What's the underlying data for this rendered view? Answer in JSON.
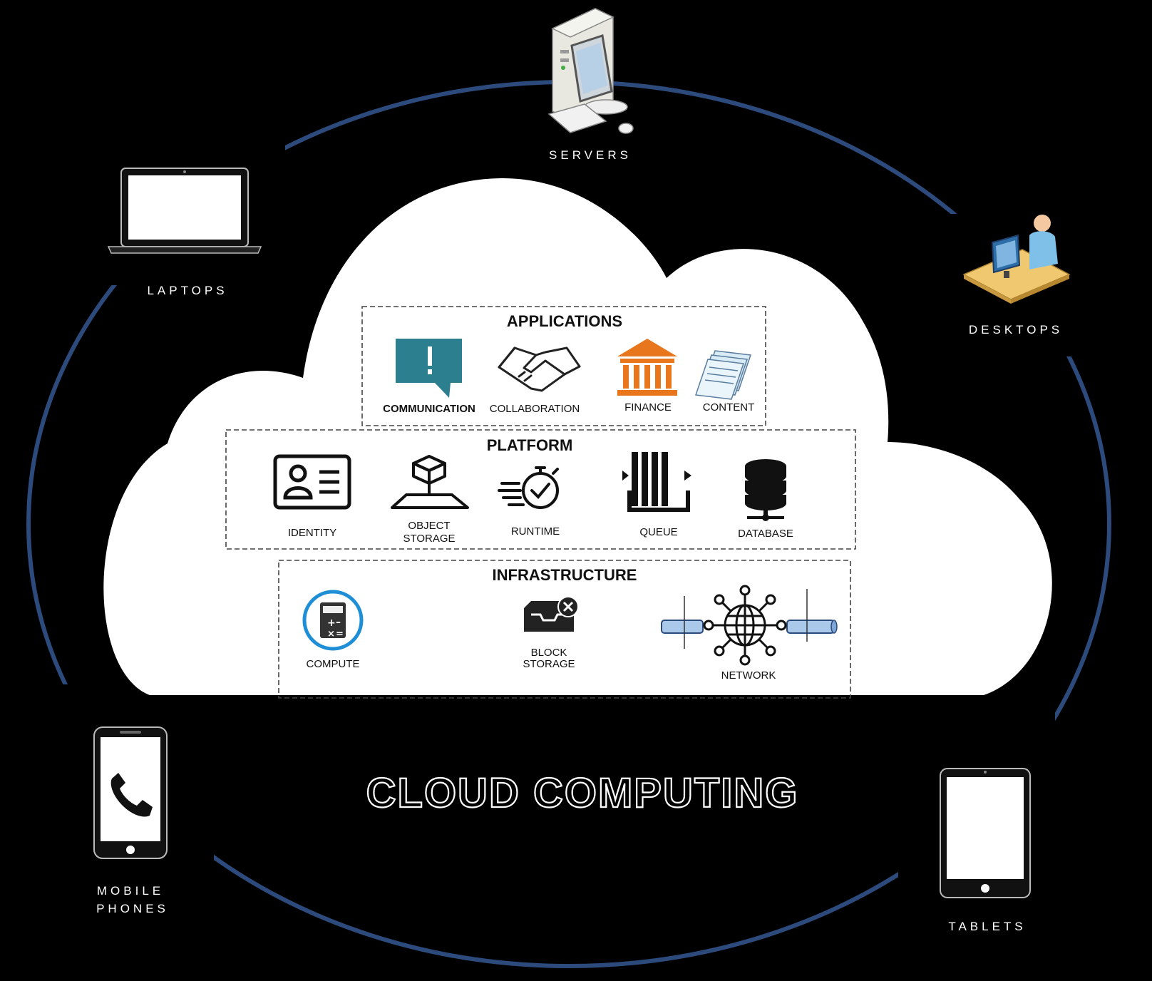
{
  "title": "CLOUD COMPUTING",
  "colors": {
    "background": "#000000",
    "orbit": "#2c4a7c",
    "cloud_fill": "#ffffff",
    "teal": "#2c7f8f",
    "orange": "#e8761c",
    "compute_ring": "#1e8fd6"
  },
  "devices": {
    "servers": {
      "label": "SERVERS",
      "icon": "server-computer-icon"
    },
    "laptops": {
      "label": "LAPTOPS",
      "icon": "laptop-icon"
    },
    "desktops": {
      "label": "DESKTOPS",
      "icon": "desktop-user-icon"
    },
    "mobile_phones": {
      "label_line1": "MOBILE",
      "label_line2": "PHONES",
      "icon": "mobile-phone-icon"
    },
    "tablets": {
      "label": "TABLETS",
      "icon": "tablet-icon"
    }
  },
  "sections": {
    "applications": {
      "title": "APPLICATIONS",
      "items": [
        {
          "label": "COMMUNICATION",
          "icon": "chat-alert-icon"
        },
        {
          "label": "COLLABORATION",
          "icon": "handshake-icon"
        },
        {
          "label": "FINANCE",
          "icon": "bank-icon"
        },
        {
          "label": "CONTENT",
          "icon": "documents-icon"
        }
      ]
    },
    "platform": {
      "title": "PLATFORM",
      "items": [
        {
          "label": "IDENTITY",
          "icon": "id-card-icon"
        },
        {
          "label_line1": "OBJECT",
          "label_line2": "STORAGE",
          "icon": "object-storage-icon"
        },
        {
          "label": "RUNTIME",
          "icon": "stopwatch-icon"
        },
        {
          "label": "QUEUE",
          "icon": "queue-icon"
        },
        {
          "label": "DATABASE",
          "icon": "database-icon"
        }
      ]
    },
    "infrastructure": {
      "title": "INFRASTRUCTURE",
      "items": [
        {
          "label": "COMPUTE",
          "icon": "calculator-icon"
        },
        {
          "label_line1": "BLOCK",
          "label_line2": "STORAGE",
          "icon": "block-storage-icon"
        },
        {
          "label": "NETWORK",
          "icon": "network-globe-icon"
        }
      ]
    }
  }
}
